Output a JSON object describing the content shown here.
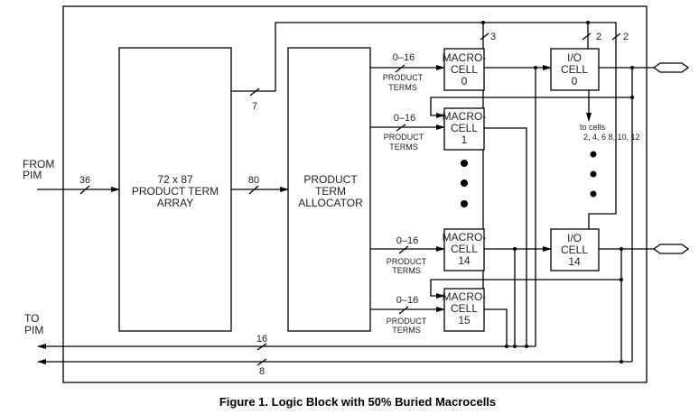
{
  "figure": {
    "caption": "Figure 1. Logic Block with 50% Buried Macrocells"
  },
  "labels": {
    "from_pim": [
      "FROM",
      "PIM"
    ],
    "to_pim": [
      "TO",
      "PIM"
    ],
    "to_cells": [
      "to cells",
      "2, 4, 6 8, 10, 12"
    ]
  },
  "blocks": {
    "product_term_array": [
      "72 x 87",
      "PRODUCT TERM",
      "ARRAY"
    ],
    "product_term_allocator": [
      "PRODUCT",
      "TERM",
      "ALLOCATOR"
    ]
  },
  "macrocells": [
    {
      "lines": [
        "MACRO-",
        "CELL",
        "0"
      ],
      "pt_count": "0–16",
      "pt_label": [
        "PRODUCT",
        "TERMS"
      ]
    },
    {
      "lines": [
        "MACRO-",
        "CELL",
        "1"
      ],
      "pt_count": "0–16",
      "pt_label": [
        "PRODUCT",
        "TERMS"
      ]
    },
    {
      "lines": [
        "MACRO-",
        "CELL",
        "14"
      ],
      "pt_count": "0–16",
      "pt_label": [
        "PRODUCT",
        "TERMS"
      ]
    },
    {
      "lines": [
        "MACRO-",
        "CELL",
        "15"
      ],
      "pt_count": "0–16",
      "pt_label": [
        "PRODUCT",
        "TERMS"
      ]
    }
  ],
  "io_cells": [
    {
      "lines": [
        "I/O",
        "CELL",
        "0"
      ]
    },
    {
      "lines": [
        "I/O",
        "CELL",
        "14"
      ]
    }
  ],
  "bus_widths": {
    "from_pim": "36",
    "array_to_allocator": "80",
    "array_feedback": "7",
    "macrocell_control": "3",
    "io_control_a": "2",
    "io_control_b": "2",
    "to_pim_top": "16",
    "to_pim_bottom": "8"
  }
}
